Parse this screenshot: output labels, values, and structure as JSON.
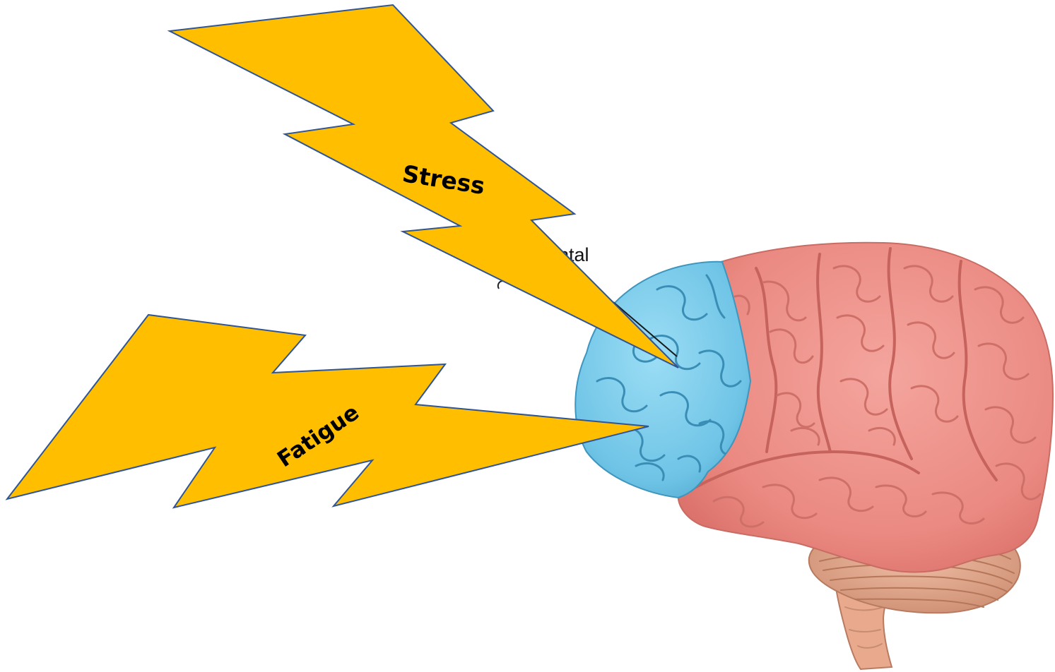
{
  "diagram": {
    "labels": {
      "stress": "Stress",
      "fatigue": "Fatigue",
      "partial_lobe_label": "ntal"
    },
    "colors": {
      "bolt_fill": "#FFBF00",
      "bolt_outline": "#2F5597",
      "frontal_lobe": "#7CCFEF",
      "brain_body": "#EE8E86",
      "cerebellum": "#E2A88D",
      "brainstem": "#E9A98D"
    },
    "icons": {
      "stress_bolt": "lightning-bolt-icon",
      "fatigue_bolt": "lightning-bolt-icon",
      "brain": "brain-illustration"
    }
  }
}
